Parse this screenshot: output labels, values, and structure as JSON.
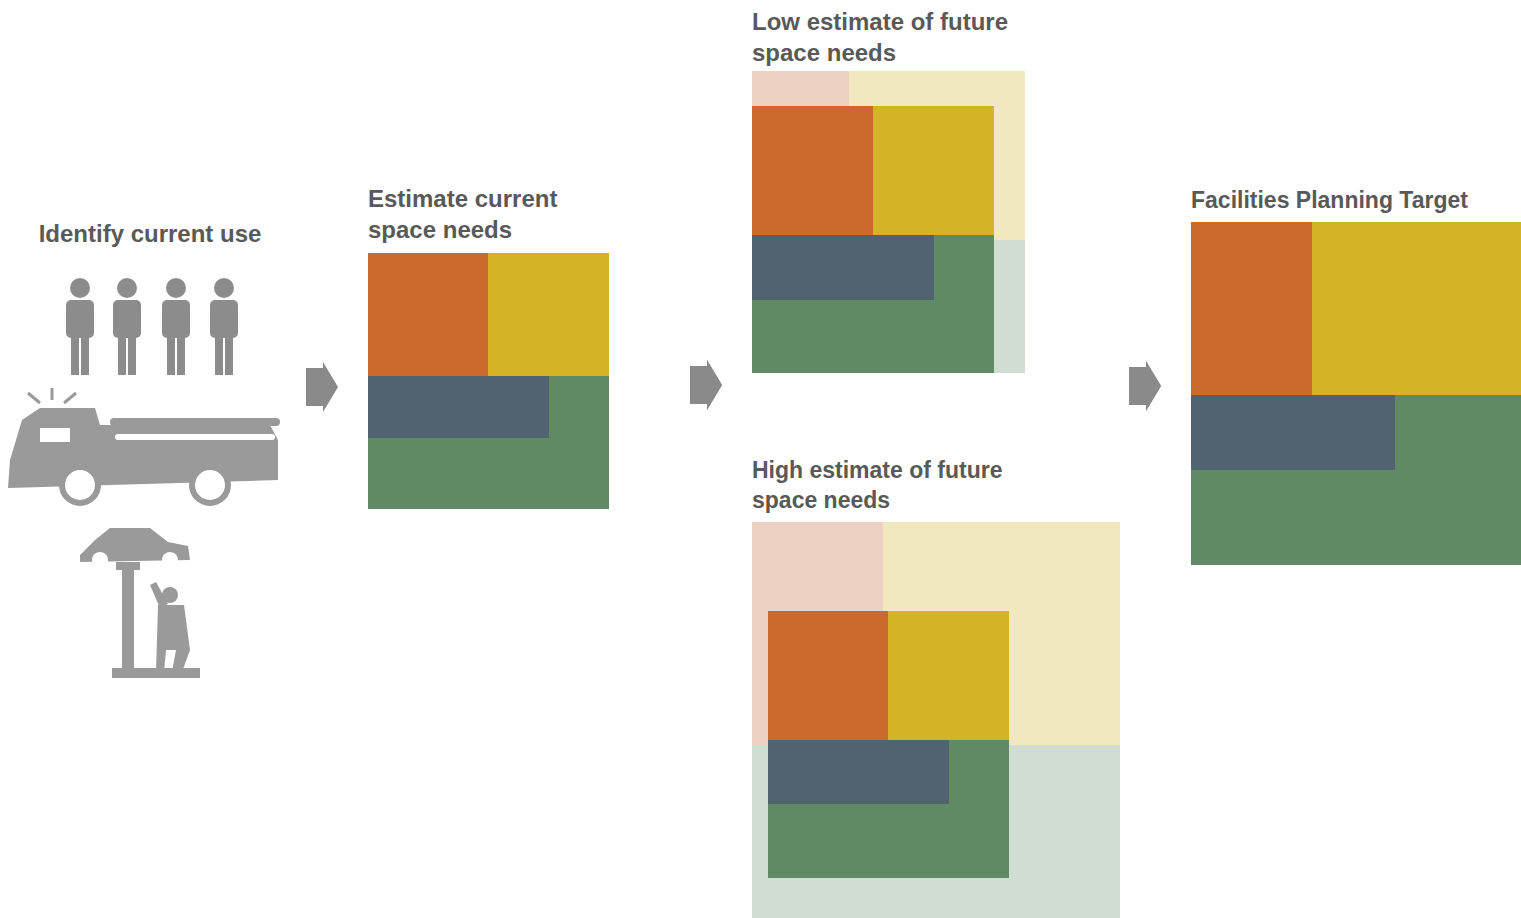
{
  "diagram": {
    "nodes": [
      {
        "text": [
          "Identify current use"
        ]
      },
      {
        "text": [
          "Estimate current space needs"
        ]
      },
      {
        "text": [
          "Low estimate of future space needs"
        ]
      },
      {
        "text": [
          "High estimate of future space needs"
        ]
      },
      {
        "text": [
          "Facilities Planning Target"
        ]
      }
    ],
    "edges": [
      {
        "from": 0,
        "to": 1,
        "arrow": "to"
      },
      {
        "from": 1,
        "to": 2,
        "arrow": "to"
      },
      {
        "from": 1,
        "to": 3,
        "arrow": "to"
      },
      {
        "from": 2,
        "to": 4,
        "arrow": "to"
      },
      {
        "from": 3,
        "to": 4,
        "arrow": "to"
      }
    ]
  }
}
